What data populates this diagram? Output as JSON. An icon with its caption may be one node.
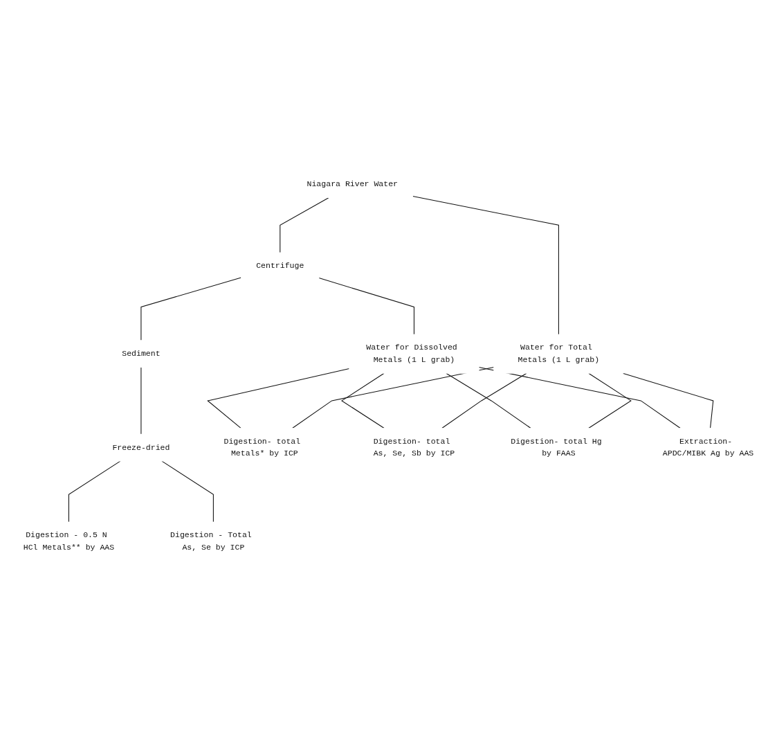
{
  "diagram": {
    "nodes": [
      {
        "text": [
          "Niagara River Water"
        ]
      },
      {
        "text": [
          "Centrifuge"
        ]
      },
      {
        "text": [
          "Water for Total Metals (1 L grab)"
        ]
      },
      {
        "text": [
          "Water for Dissolved Metals (1 L grab)"
        ]
      },
      {
        "text": [
          "Sediment"
        ]
      },
      {
        "text": [
          "Freeze-dried"
        ]
      },
      {
        "text": [
          "Digestion- total Metals* by ICP"
        ]
      },
      {
        "text": [
          "Digestion- total As, Se, Sb by ICP"
        ]
      },
      {
        "text": [
          "Digestion- total Hg by FAAS"
        ]
      },
      {
        "text": [
          "Extraction- APDC/MIBK Ag by AAS"
        ]
      },
      {
        "text": [
          "Digestion - 0.5 N HCl Metals** by AAS"
        ]
      },
      {
        "text": [
          "Digestion - Total As, Se by ICP"
        ]
      }
    ],
    "edges": [
      {
        "from": 0,
        "to": 1,
        "arrow": "none"
      },
      {
        "from": 0,
        "to": 2,
        "arrow": "none"
      },
      {
        "from": 1,
        "to": 3,
        "arrow": "none"
      },
      {
        "from": 1,
        "to": 4,
        "arrow": "none"
      },
      {
        "from": 4,
        "to": 5,
        "arrow": "none"
      },
      {
        "from": 2,
        "to": 6,
        "arrow": "none"
      },
      {
        "from": 3,
        "to": 6,
        "arrow": "none"
      },
      {
        "from": 2,
        "to": 7,
        "arrow": "none"
      },
      {
        "from": 3,
        "to": 7,
        "arrow": "none"
      },
      {
        "from": 2,
        "to": 8,
        "arrow": "none"
      },
      {
        "from": 3,
        "to": 8,
        "arrow": "none"
      },
      {
        "from": 2,
        "to": 9,
        "arrow": "none"
      },
      {
        "from": 3,
        "to": 9,
        "arrow": "none"
      },
      {
        "from": 5,
        "to": 10,
        "arrow": "none"
      },
      {
        "from": 5,
        "to": 11,
        "arrow": "none"
      }
    ]
  }
}
